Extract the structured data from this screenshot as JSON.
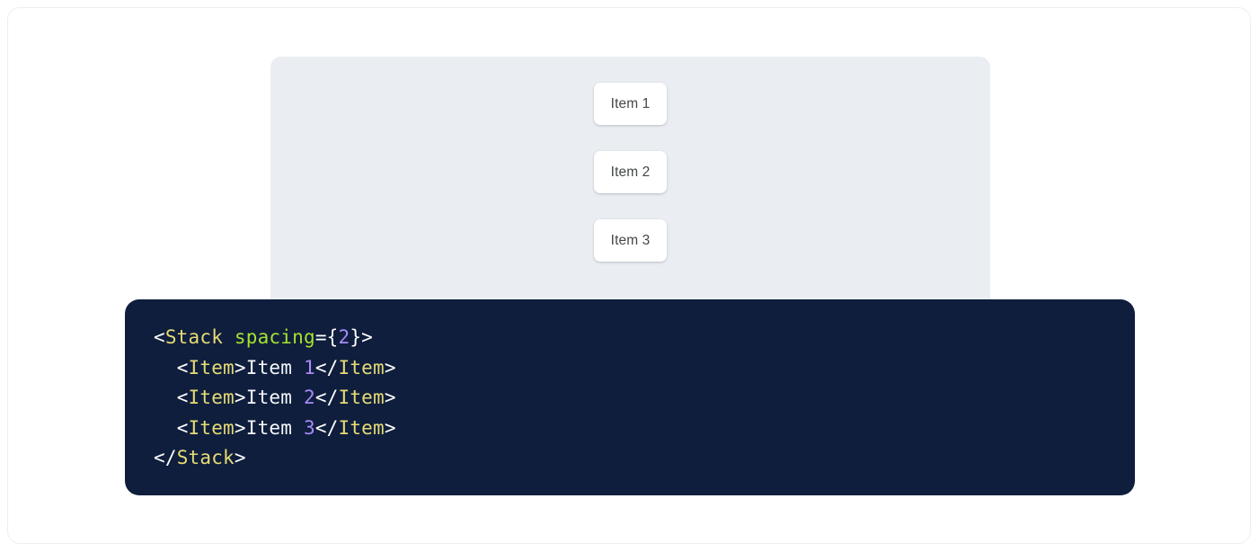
{
  "preview": {
    "panel_background": "#eaedf2",
    "items": [
      {
        "label": "Item 1"
      },
      {
        "label": "Item 2"
      },
      {
        "label": "Item 3"
      }
    ]
  },
  "code": {
    "background": "#0f1e3d",
    "language": "jsx",
    "colors": {
      "tag": "#e6db74",
      "attribute": "#a6e22e",
      "number": "#a78bfa",
      "punctuation": "#ffffff",
      "text": "#f5f7fa"
    },
    "lines": [
      {
        "indent": "",
        "tokens": [
          {
            "t": "<",
            "k": "punct"
          },
          {
            "t": "Stack",
            "k": "tag"
          },
          {
            "t": " ",
            "k": "punct"
          },
          {
            "t": "spacing",
            "k": "attr"
          },
          {
            "t": "={",
            "k": "punct"
          },
          {
            "t": "2",
            "k": "num"
          },
          {
            "t": "}>",
            "k": "punct"
          }
        ]
      },
      {
        "indent": "  ",
        "tokens": [
          {
            "t": "<",
            "k": "punct"
          },
          {
            "t": "Item",
            "k": "tag"
          },
          {
            "t": ">",
            "k": "punct"
          },
          {
            "t": "Item ",
            "k": "text"
          },
          {
            "t": "1",
            "k": "num"
          },
          {
            "t": "</",
            "k": "punct"
          },
          {
            "t": "Item",
            "k": "tag"
          },
          {
            "t": ">",
            "k": "punct"
          }
        ]
      },
      {
        "indent": "  ",
        "tokens": [
          {
            "t": "<",
            "k": "punct"
          },
          {
            "t": "Item",
            "k": "tag"
          },
          {
            "t": ">",
            "k": "punct"
          },
          {
            "t": "Item ",
            "k": "text"
          },
          {
            "t": "2",
            "k": "num"
          },
          {
            "t": "</",
            "k": "punct"
          },
          {
            "t": "Item",
            "k": "tag"
          },
          {
            "t": ">",
            "k": "punct"
          }
        ]
      },
      {
        "indent": "  ",
        "tokens": [
          {
            "t": "<",
            "k": "punct"
          },
          {
            "t": "Item",
            "k": "tag"
          },
          {
            "t": ">",
            "k": "punct"
          },
          {
            "t": "Item ",
            "k": "text"
          },
          {
            "t": "3",
            "k": "num"
          },
          {
            "t": "</",
            "k": "punct"
          },
          {
            "t": "Item",
            "k": "tag"
          },
          {
            "t": ">",
            "k": "punct"
          }
        ]
      },
      {
        "indent": "",
        "tokens": [
          {
            "t": "</",
            "k": "punct"
          },
          {
            "t": "Stack",
            "k": "tag"
          },
          {
            "t": ">",
            "k": "punct"
          }
        ]
      }
    ]
  }
}
